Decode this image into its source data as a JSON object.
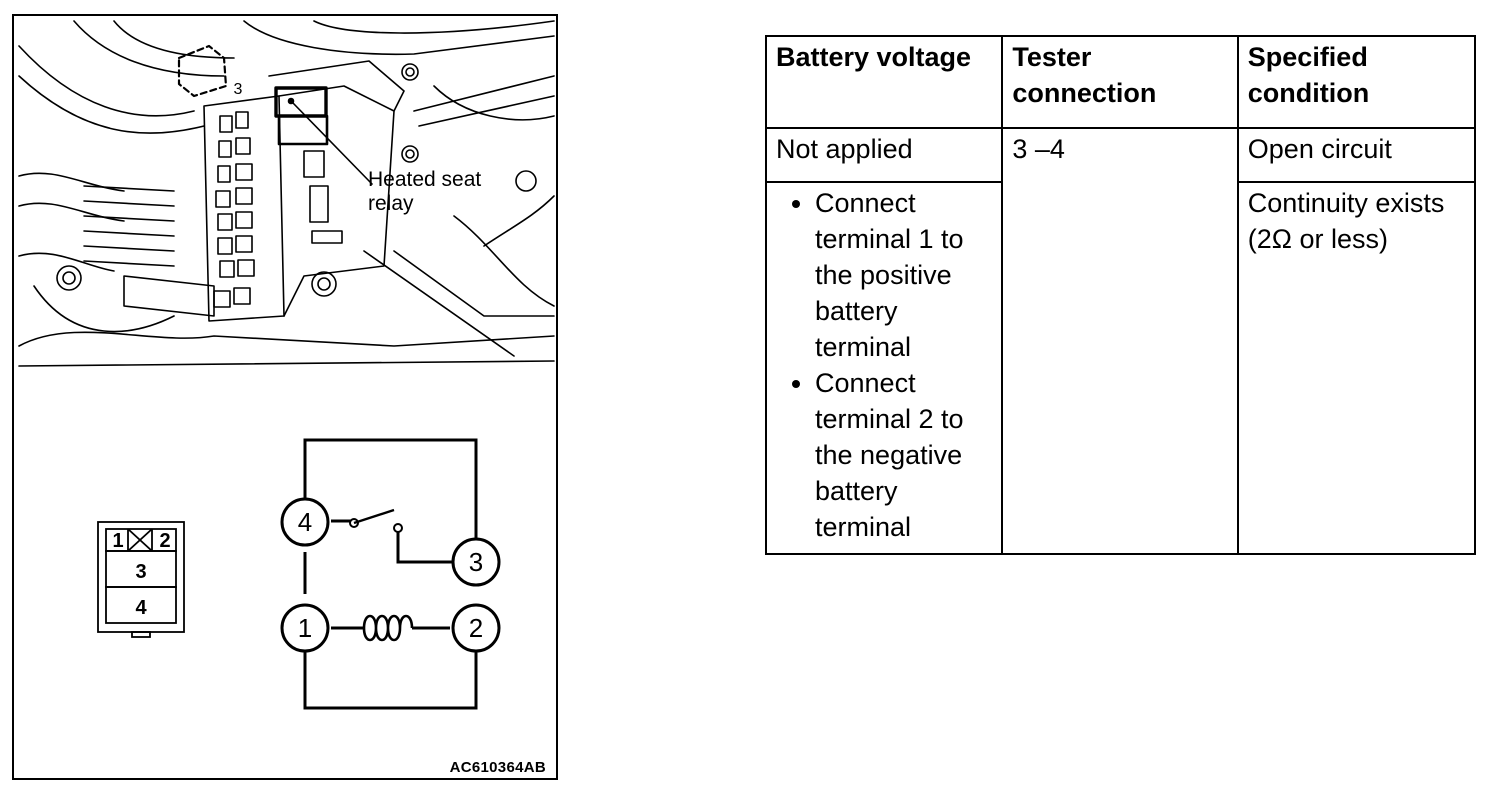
{
  "figure": {
    "callout_line1": "Heated seat",
    "callout_line2": "relay",
    "figure_id": "AC610364AB",
    "connector_pins": [
      "1",
      "2",
      "3",
      "4"
    ],
    "schematic_terminals": [
      "4",
      "3",
      "1",
      "2"
    ],
    "page_marks": [
      "3"
    ]
  },
  "table": {
    "headers": [
      "Battery voltage",
      "Tester connection",
      "Specified condition"
    ],
    "rows": [
      {
        "battery_voltage": "Not applied",
        "tester_connection": "3 –4",
        "specified_condition": "Open circuit"
      },
      {
        "battery_voltage_steps": [
          "Connect terminal 1 to the positive battery terminal",
          "Connect terminal 2 to the negative battery terminal"
        ],
        "specified_condition": "Continuity exists (2Ω or less)"
      }
    ]
  }
}
